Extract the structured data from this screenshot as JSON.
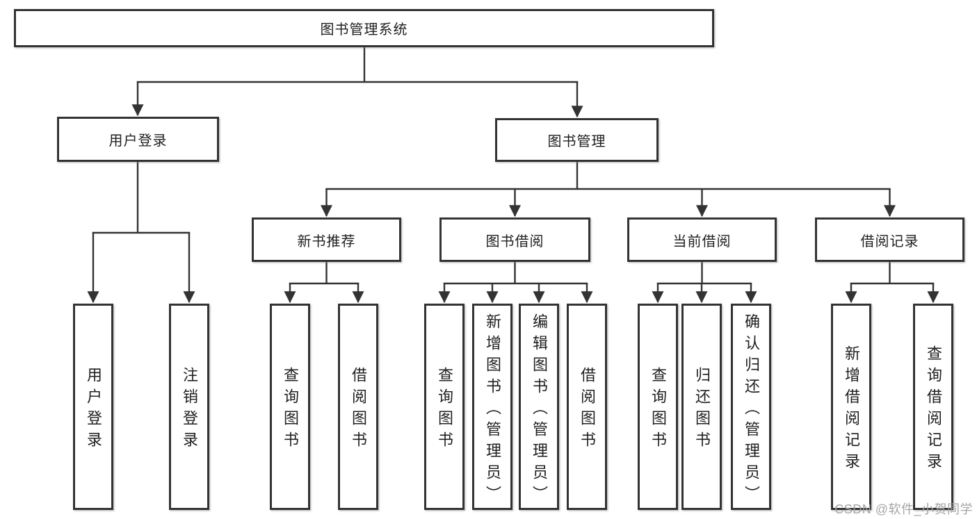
{
  "tree": {
    "label": "图书管理系统",
    "children": [
      {
        "label": "用户登录",
        "children": [
          {
            "label": "用户登录"
          },
          {
            "label": "注销登录"
          }
        ]
      },
      {
        "label": "图书管理",
        "children": [
          {
            "label": "新书推荐",
            "children": [
              {
                "label": "查询图书"
              },
              {
                "label": "借阅图书"
              }
            ]
          },
          {
            "label": "图书借阅",
            "children": [
              {
                "label": "查询图书"
              },
              {
                "label": "新增图书（管理员）"
              },
              {
                "label": "编辑图书（管理员）"
              },
              {
                "label": "借阅图书"
              }
            ]
          },
          {
            "label": "当前借阅",
            "children": [
              {
                "label": "查询图书"
              },
              {
                "label": "归还图书"
              },
              {
                "label": "确认归还（管理员）"
              }
            ]
          },
          {
            "label": "借阅记录",
            "children": [
              {
                "label": "新增借阅记录"
              },
              {
                "label": "查询借阅记录"
              }
            ]
          }
        ]
      }
    ]
  },
  "watermark": "CSDN @软件_小贺同学",
  "colors": {
    "line": "#333333",
    "box_border": "#333333",
    "text": "#1f1f1f",
    "background": "#ffffff",
    "watermark": "#a5a5a5"
  }
}
